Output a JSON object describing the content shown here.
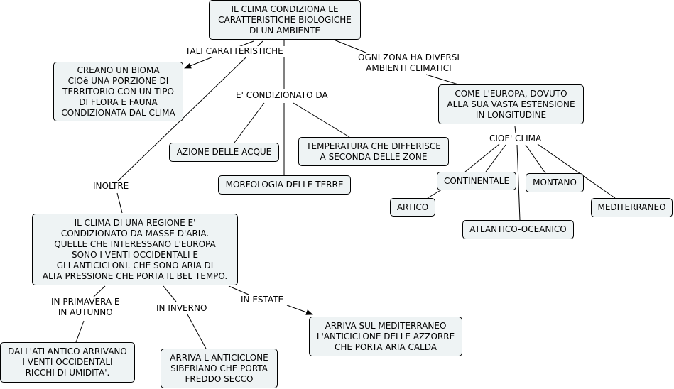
{
  "concepts": {
    "root": "IL CLIMA CONDIZIONA LE\nCARATTERISTICHE BIOLOGICHE\nDI UN AMBIENTE",
    "bioma": "CREANO UN BIOMA\nCIOè UNA PORZIONE DI\nTERRITORIO CON UN TIPO\nDI FLORA E FAUNA\nCONDIZIONATA DAL CLIMA",
    "europa": "COME L'EUROPA, DOVUTO\nALLA SUA VASTA ESTENSIONE\nIN LONGITUDINE",
    "azione_acque": "AZIONE DELLE ACQUE",
    "temperatura": "TEMPERATURA CHE DIFFERISCE\nA SECONDA DELLE ZONE",
    "morfologia": "MORFOLOGIA DELLE TERRE",
    "continentale": "CONTINENTALE",
    "montano": "MONTANO",
    "artico": "ARTICO",
    "mediterraneo": "MEDITERRANEO",
    "atlantico_oceanico": "ATLANTICO-OCEANICO",
    "masse_aria": "IL CLIMA DI UNA REGIONE E'\nCONDIZIONATO DA MASSE D'ARIA.\nQUELLE CHE INTERESSANO L'EUROPA\nSONO I VENTI OCCIDENTALI E\nGLI ANTICICLONI. CHE SONO ARIA DI\nALTA PRESSIONE CHE PORTA IL BEL TEMPO.",
    "azzorre": "ARRIVA SUL MEDITERRANEO\nL'ANTICICLONE DELLE AZZORRE\nCHE PORTA ARIA CALDA",
    "atlantico_venti": "DALL'ATLANTICO ARRIVANO\nI VENTI OCCIDENTALI\nRICCHI DI UMIDITA'.",
    "siberiano": "ARRIVA L'ANTICICLONE\nSIBERIANO CHE PORTA\nFREDDO SECCO"
  },
  "link_labels": {
    "tali": "TALI CARATTERISTICHE",
    "ogni_zona": "OGNI ZONA HA DIVERSI\nAMBIENTI CLIMATICI",
    "condizionato_da": "E' CONDIZIONATO DA",
    "cioe_clima": "CIOE' CLIMA",
    "inoltre": "INOLTRE",
    "primavera": "IN PRIMAVERA E\nIN AUTUNNO",
    "inverno": "IN INVERNO",
    "estate": "IN ESTATE"
  }
}
